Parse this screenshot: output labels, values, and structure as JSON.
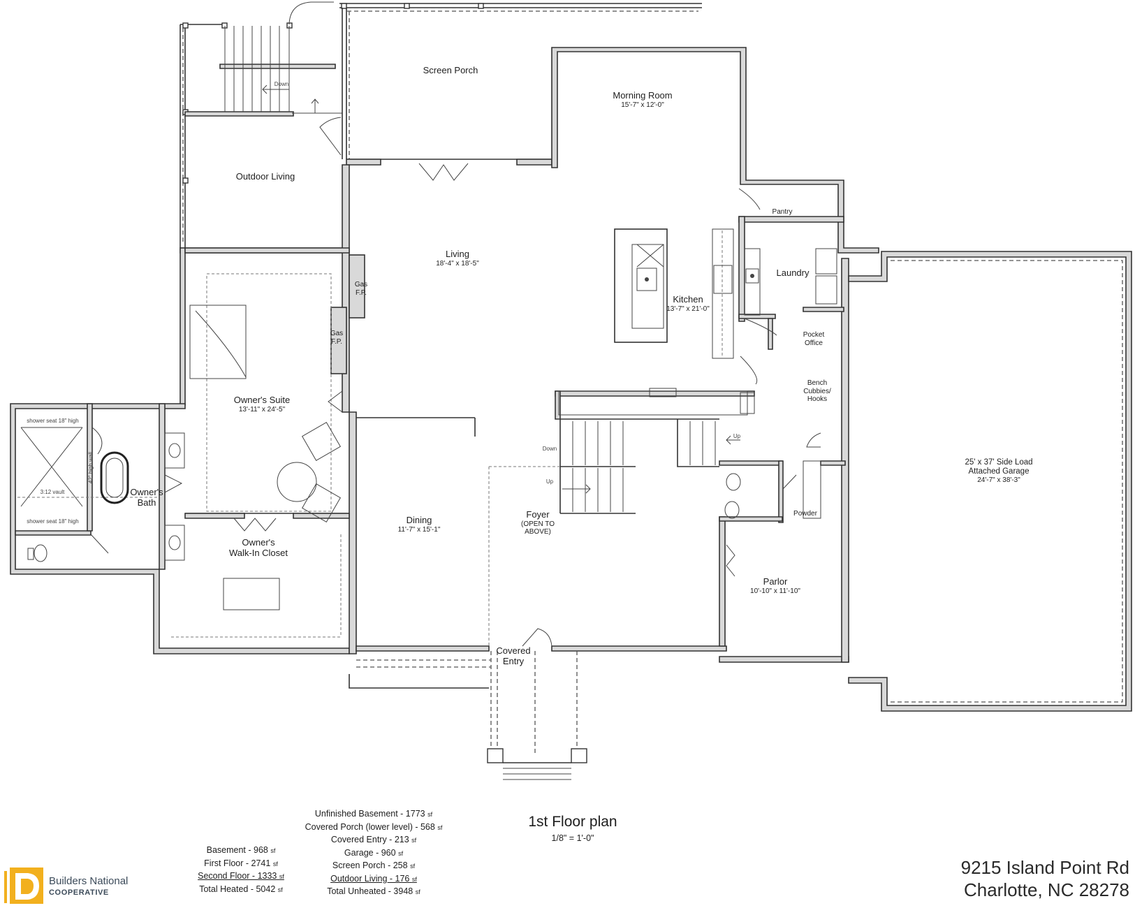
{
  "plan": {
    "title": "1st Floor plan",
    "scale": "1/8\" = 1'-0\""
  },
  "rooms": {
    "screen_porch": {
      "name": "Screen Porch"
    },
    "outdoor_living": {
      "name": "Outdoor Living"
    },
    "morning_room": {
      "name": "Morning Room",
      "dims": "15'-7\" x 12'-0\""
    },
    "living": {
      "name": "Living",
      "dims": "18'-4\" x 18'-5\""
    },
    "kitchen": {
      "name": "Kitchen",
      "dims": "13'-7\" x 21'-0\""
    },
    "pantry": {
      "name": "Pantry"
    },
    "laundry": {
      "name": "Laundry"
    },
    "pocket_office": {
      "line1": "Pocket",
      "line2": "Office"
    },
    "bench": {
      "line1": "Bench",
      "line2": "Cubbies/",
      "line3": "Hooks"
    },
    "owners_suite": {
      "name": "Owner's Suite",
      "dims": "13'-11\" x 24'-5\""
    },
    "owners_bath": {
      "line1": "Owner's",
      "line2": "Bath"
    },
    "walk_in_closet": {
      "line1": "Owner's",
      "line2": "Walk-In Closet"
    },
    "dining": {
      "name": "Dining",
      "dims": "11'-7\" x 15'-1\""
    },
    "foyer": {
      "name": "Foyer",
      "line2": "(OPEN TO",
      "line3": "ABOVE)"
    },
    "covered_entry": {
      "line1": "Covered",
      "line2": "Entry"
    },
    "parlor": {
      "name": "Parlor",
      "dims": "10'-10\" x 11'-10\""
    },
    "powder": {
      "name": "Powder"
    },
    "garage": {
      "line1": "25' x 37' Side Load",
      "line2": "Attached Garage",
      "dims": "24'-7\" x 38'-3\""
    }
  },
  "annotations": {
    "gas_fp": {
      "line1": "Gas",
      "line2": "F.P."
    },
    "down": "Down",
    "up": "Up",
    "shower_seat_top": "shower seat 18\" high",
    "shower_seat_bottom": "shower seat 18\" high",
    "vault": "3:12 vault",
    "high_wall": "42\" high wall"
  },
  "areas": {
    "heated": [
      {
        "label": "Basement - 968",
        "unit": "sf"
      },
      {
        "label": "First Floor - 2741",
        "unit": "sf"
      },
      {
        "label": "Second Floor - 1333",
        "unit": "sf"
      },
      {
        "label": "Total Heated - 5042",
        "unit": "sf"
      }
    ],
    "unheated": [
      {
        "label": "Unfinished Basement - 1773",
        "unit": "sf"
      },
      {
        "label": "Covered Porch (lower level) - 568",
        "unit": "sf"
      },
      {
        "label": "Covered Entry - 213",
        "unit": "sf"
      },
      {
        "label": "Garage - 960",
        "unit": "sf"
      },
      {
        "label": "Screen Porch - 258",
        "unit": "sf"
      },
      {
        "label": "Outdoor Living - 176",
        "unit": "sf"
      },
      {
        "label": "Total Unheated - 3948",
        "unit": "sf"
      }
    ]
  },
  "address": {
    "line1": "9215 Island Point Rd",
    "line2": "Charlotte, NC 28278"
  },
  "logo": {
    "line1": "Builders National",
    "line2": "COOPERATIVE",
    "color": "#F2B01E"
  }
}
